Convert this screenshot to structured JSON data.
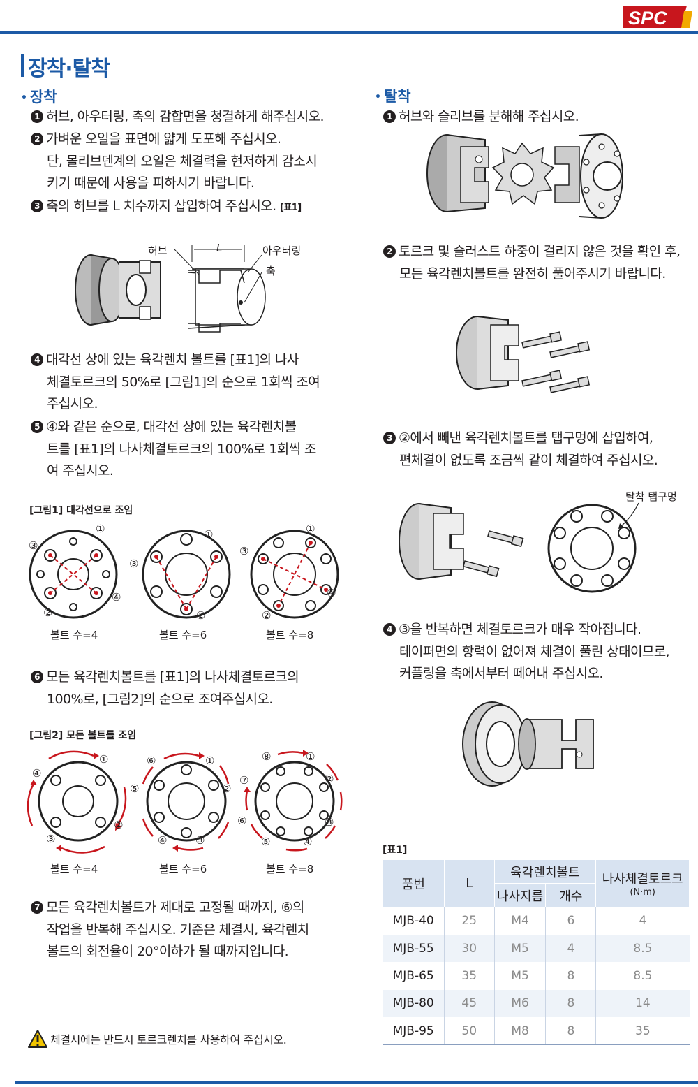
{
  "header": {
    "logo_text": "SPC"
  },
  "title": "장착·탈착",
  "install": {
    "heading": "장착",
    "steps": [
      {
        "num": "1",
        "lines": [
          "허브, 아우터링, 축의 감합면을 청결하게 해주십시오."
        ]
      },
      {
        "num": "2",
        "lines": [
          "가벼운 오일을 표면에 얇게 도포해 주십시오.",
          "단, 몰리브덴계의 오일은 체결력을 현저하게 감소시",
          "키기 때문에 사용을 피하시기 바랍니다."
        ]
      },
      {
        "num": "3",
        "lines": [
          "축의 허브를 L 치수까지 삽입하여 주십시오."
        ],
        "ref": "[표1]"
      },
      {
        "num": "4",
        "lines": [
          "대각선 상에 있는 육각렌치 볼트를 [표1]의 나사",
          "체결토르크의 50%로 [그림1]의 순으로 1회씩 조여",
          "주십시오."
        ]
      },
      {
        "num": "5",
        "lines": [
          "④와 같은 순으로, 대각선 상에 있는 육각렌치볼",
          "트를 [표1]의 나사체결토르크의 100%로 1회씩  조",
          "여 주십시오."
        ]
      },
      {
        "num": "6",
        "lines": [
          "모든  육각렌치볼트를  [표1]의  나사체결토르크의",
          "100%로,  [그림2]의 순으로 조여주십시오."
        ]
      },
      {
        "num": "7",
        "lines": [
          "모든 육각렌치볼트가 제대로 고정될 때까지, ⑥의",
          "작업을 반복해 주십시오. 기준은 체결시, 육각렌치",
          "볼트의 회전율이 20°이하가 될 때까지입니다."
        ]
      }
    ],
    "diagram_labels": {
      "hub": "허브",
      "L": "L",
      "outer_ring": "아우터링",
      "shaft": "축"
    },
    "fig1_caption": "[그림1] 대각선으로 조임",
    "fig2_caption": "[그림2] 모든 볼트를 조임",
    "bolt_counts": [
      "볼트 수=4",
      "볼트 수=6",
      "볼트 수=8"
    ],
    "order_marks": [
      "①",
      "②",
      "③",
      "④",
      "⑤",
      "⑥",
      "⑦",
      "⑧"
    ]
  },
  "removal": {
    "heading": "탈착",
    "steps": [
      {
        "num": "1",
        "lines": [
          "허브와 슬리브를 분해해 주십시오."
        ]
      },
      {
        "num": "2",
        "lines": [
          "토르크 및 슬러스트 하중이 걸리지 않은 것을 확인 후,",
          "모든 육각렌치볼트를 완전히 풀어주시기 바랍니다."
        ]
      },
      {
        "num": "3",
        "lines": [
          "②에서 빼낸 육각렌치볼트를 탭구멍에 삽입하여,",
          "편체결이 없도록 조금씩 같이 체결하여 주십시오."
        ]
      },
      {
        "num": "4",
        "lines": [
          "③을 반복하면 체결토르크가 매우 작아집니다.",
          "테이퍼면의 항력이 없어져 체결이 풀린 상태이므로,",
          "커플링을 축에서부터 떼어내 주십시오."
        ]
      }
    ],
    "tap_hole_label": "탈착 탭구멍"
  },
  "table": {
    "caption": "[표1]",
    "headers": {
      "part_no": "품번",
      "L": "L",
      "bolt_group": "육각렌치볼트",
      "thread_dia": "나사지름",
      "count": "개수",
      "torque": "나사체결토르크",
      "torque_unit": "(N·m)"
    },
    "rows": [
      {
        "part": "MJB-40",
        "L": "25",
        "thread": "M4",
        "count": "6",
        "torque": "4"
      },
      {
        "part": "MJB-55",
        "L": "30",
        "thread": "M5",
        "count": "4",
        "torque": "8.5"
      },
      {
        "part": "MJB-65",
        "L": "35",
        "thread": "M5",
        "count": "8",
        "torque": "8.5"
      },
      {
        "part": "MJB-80",
        "L": "45",
        "thread": "M6",
        "count": "8",
        "torque": "14"
      },
      {
        "part": "MJB-95",
        "L": "50",
        "thread": "M8",
        "count": "8",
        "torque": "35"
      }
    ]
  },
  "warning": "체결시에는 반드시 토르크렌치를 사용하여 주십시오.",
  "colors": {
    "brand_blue": "#1c5aa6",
    "accent_red": "#c8161d",
    "table_header": "#d8e3f1"
  }
}
